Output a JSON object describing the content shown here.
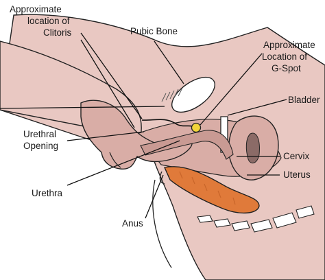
{
  "labels": {
    "clitoris": [
      "Approximate",
      "location of",
      "Clitoris"
    ],
    "pubic_bone": [
      "Pubic Bone"
    ],
    "gspot": [
      "Approximate",
      "Location of",
      "G-Spot"
    ],
    "bladder": [
      "Bladder"
    ],
    "urethral_opening": [
      "Urethral",
      "Opening"
    ],
    "cervix": [
      "Cervix"
    ],
    "uterus": [
      "Uterus"
    ],
    "urethra": [
      "Urethra"
    ],
    "anus": [
      "Anus"
    ]
  },
  "colors": {
    "skin": "#e9c8c2",
    "skin_dark": "#d9ada6",
    "bone": "#ffffff",
    "rectum": "#e07a3a",
    "rectum_dark": "#c8652a",
    "gspot": "#f2d43a",
    "outline": "#222222"
  }
}
